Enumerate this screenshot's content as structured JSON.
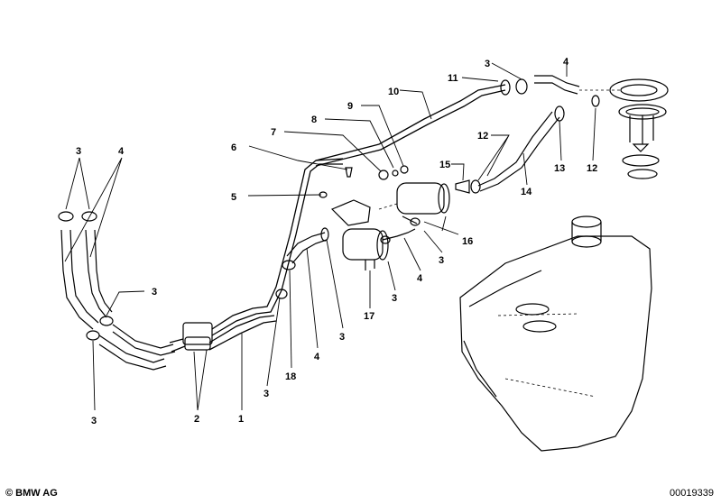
{
  "diagram": {
    "callouts": [
      "1",
      "2",
      "3",
      "3",
      "3",
      "3",
      "3",
      "3",
      "3",
      "3",
      "4",
      "4",
      "4",
      "4",
      "5",
      "6",
      "7",
      "8",
      "9",
      "10",
      "11",
      "12",
      "12",
      "13",
      "14",
      "15",
      "16",
      "17",
      "18"
    ]
  },
  "footer": {
    "copyright": "© BMW AG",
    "diagram_id": "00019339"
  }
}
